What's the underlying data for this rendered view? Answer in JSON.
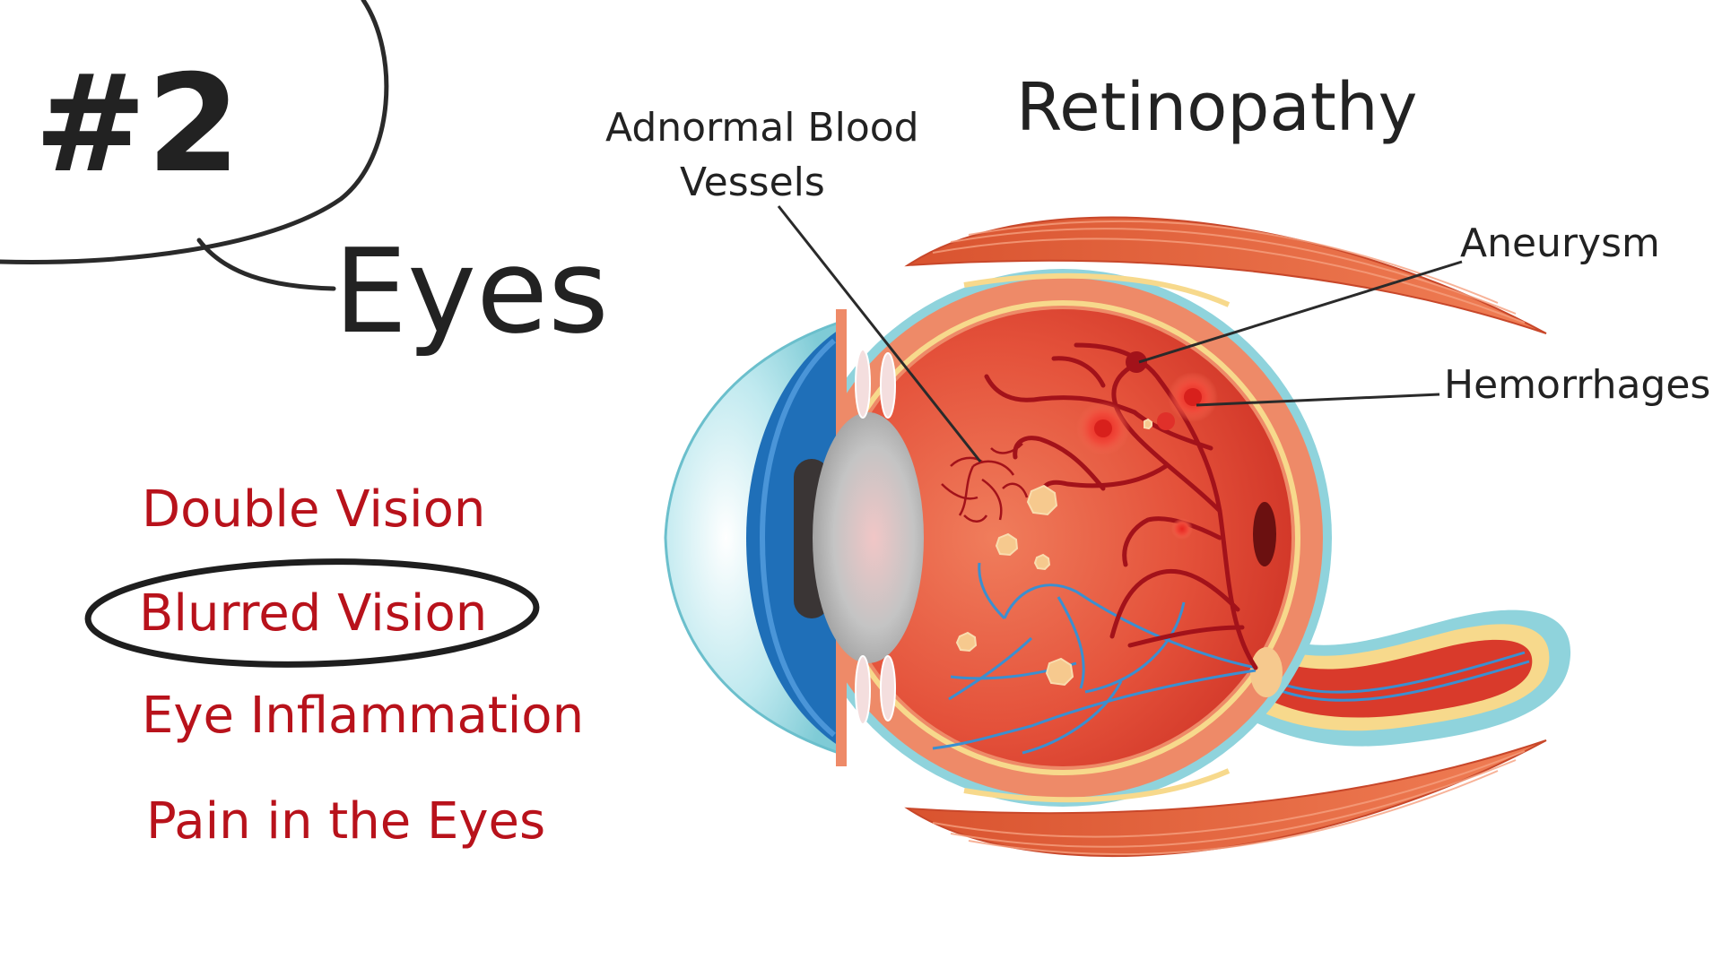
{
  "slide": {
    "number_label": "#2",
    "topic": "Eyes",
    "diagram_title": "Retinopathy"
  },
  "symptoms": [
    {
      "label": "Double Vision",
      "highlighted": false
    },
    {
      "label": "Blurred Vision",
      "highlighted": true
    },
    {
      "label": "Eye Inflammation",
      "highlighted": false
    },
    {
      "label": "Pain in the Eyes",
      "highlighted": false
    }
  ],
  "annotations": {
    "abnormal_vessels_line1": "Adnormal Blood",
    "abnormal_vessels_line2": "Vessels",
    "aneurysm": "Aneurysm",
    "hemorrhages": "Hemorrhages"
  },
  "colors": {
    "text_dark": "#222222",
    "symptom_red": "#b8121b",
    "muscle": "#e8673f",
    "sclera": "#ee8a68",
    "cornea": "#8fd3dc",
    "iris": "#1f6fb8",
    "lens": "#b9b9b9",
    "retina": "#d93a2b",
    "vessel": "#a3121a",
    "blue_vessel": "#3b8fd0",
    "exudate": "#f6c98e",
    "hemorrhage": "#e0302a"
  }
}
